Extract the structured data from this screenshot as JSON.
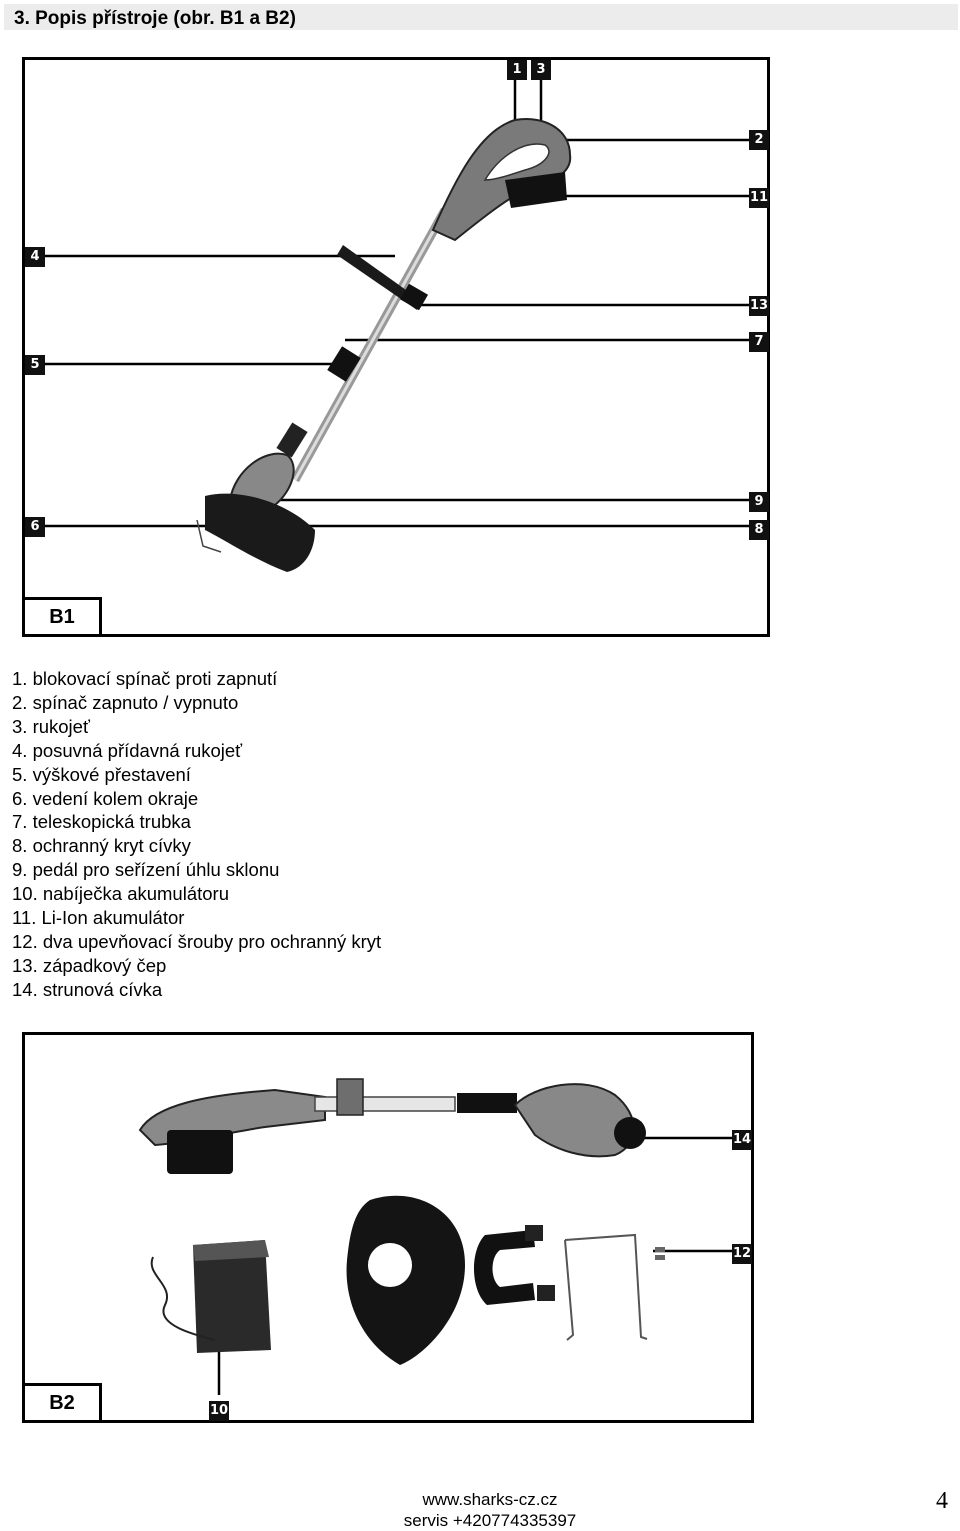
{
  "section_heading": "3. Popis přístroje (obr. B1 a B2)",
  "figure_b1": {
    "label": "B1",
    "callouts": [
      "1",
      "3",
      "2",
      "11",
      "4",
      "13",
      "7",
      "5",
      "9",
      "6",
      "8"
    ]
  },
  "legend": [
    "1.   blokovací spínač proti zapnutí",
    "2.   spínač zapnuto / vypnuto",
    "3.   rukojeť",
    "4.   posuvná přídavná rukojeť",
    "5.   výškové přestavení",
    "6.   vedení kolem okraje",
    "7.   teleskopická trubka",
    "8.   ochranný kryt cívky",
    "9.   pedál pro seřízení úhlu sklonu",
    "10. nabíječka akumulátoru",
    "11. Li-Ion akumulátor",
    "12. dva upevňovací šrouby pro ochranný kryt",
    "13. západkový čep",
    "14. strunová cívka"
  ],
  "figure_b2": {
    "label": "B2",
    "callouts": [
      "14",
      "12",
      "10"
    ]
  },
  "footer": {
    "website": "www.sharks-cz.cz",
    "service": "servis +420774335397"
  },
  "page_number": "4"
}
